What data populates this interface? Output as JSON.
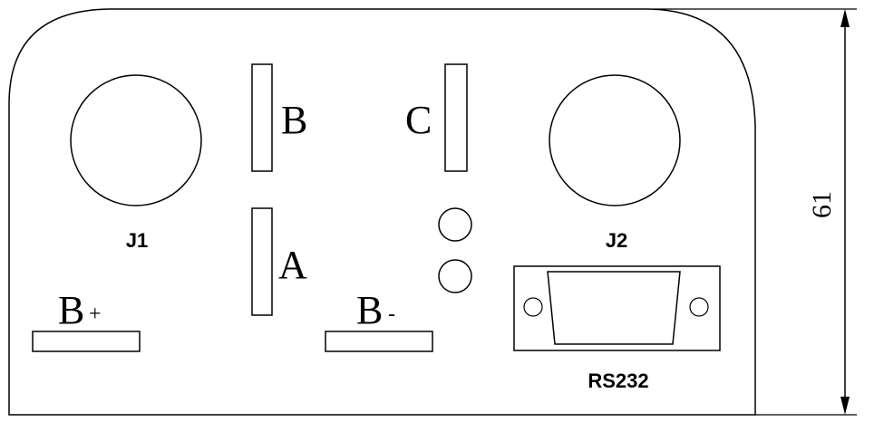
{
  "labels": {
    "j1": "J1",
    "j2": "J2",
    "slot_b": "B",
    "slot_c": "C",
    "slot_a": "A",
    "b_plus_letter": "B",
    "b_plus_sign": "+",
    "b_minus_letter": "B",
    "b_minus_sign": "-",
    "rs232": "RS232",
    "dimension": "61"
  },
  "colors": {
    "line": "#000000",
    "background": "#ffffff"
  }
}
